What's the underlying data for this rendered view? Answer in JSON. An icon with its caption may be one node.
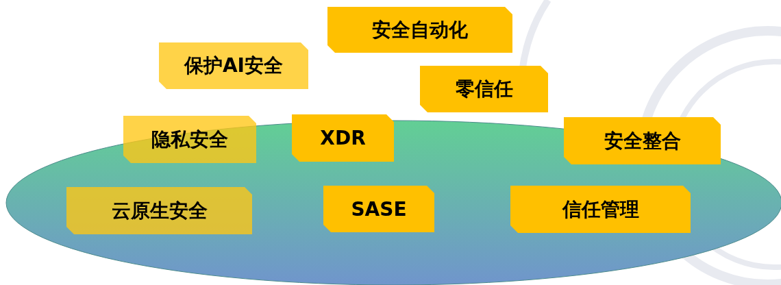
{
  "diagram": {
    "nodes": [
      {
        "text": [
          "安全自动化"
        ]
      },
      {
        "text": [
          "保护AI安全"
        ]
      },
      {
        "text": [
          "零信任"
        ]
      },
      {
        "text": [
          "隐私安全"
        ]
      },
      {
        "text": [
          "XDR"
        ]
      },
      {
        "text": [
          "安全整合"
        ]
      },
      {
        "text": [
          "云原生安全"
        ]
      },
      {
        "text": [
          "SASE"
        ]
      },
      {
        "text": [
          "信任管理"
        ]
      }
    ]
  }
}
